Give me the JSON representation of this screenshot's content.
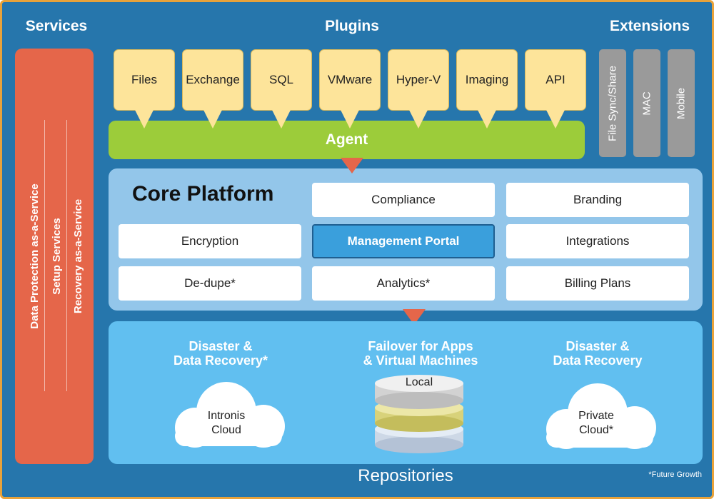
{
  "headers": {
    "services": "Services",
    "plugins": "Plugins",
    "extensions": "Extensions"
  },
  "services": [
    "Data Protection as-a-Service",
    "Setup Services",
    "Recovery as-a-Service"
  ],
  "plugins": [
    "Files",
    "Exchange",
    "SQL",
    "VMware",
    "Hyper-V",
    "Imaging",
    "API"
  ],
  "agent": "Agent",
  "extensions": [
    "File Sync/Share",
    "MAC",
    "Mobile"
  ],
  "core": {
    "title": "Core Platform",
    "items": {
      "compliance": "Compliance",
      "branding": "Branding",
      "encryption": "Encryption",
      "portal": "Management Portal",
      "integrations": "Integrations",
      "dedupe": "De-dupe*",
      "analytics": "Analytics*",
      "billing": "Billing Plans"
    }
  },
  "repos": {
    "left": {
      "line1": "Disaster &",
      "line2": "Data Recovery*",
      "cloud1": "Intronis",
      "cloud2": "Cloud"
    },
    "center": {
      "line1": "Failover for Apps",
      "line2": "& Virtual Machines",
      "db": "Local"
    },
    "right": {
      "line1": "Disaster &",
      "line2": "Data Recovery",
      "cloud1": "Private",
      "cloud2": "Cloud*"
    }
  },
  "footer": {
    "repositories": "Repositories",
    "note": "*Future Growth"
  },
  "colors": {
    "background": "#2676ac",
    "services": "#e5664a",
    "plugin": "#fde49a",
    "agent": "#9ccc3a",
    "extension": "#9a9a9a",
    "core": "#93c6ea",
    "portal": "#3a9fdc",
    "repositories": "#61bff0"
  }
}
